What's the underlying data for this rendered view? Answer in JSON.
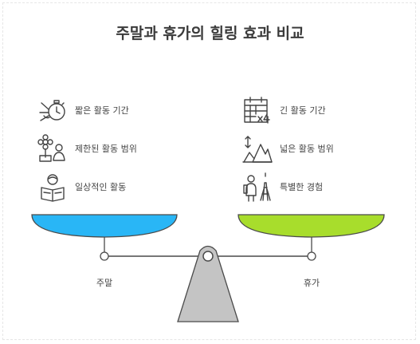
{
  "title": "주말과 휴가의 힐링 효과 비교",
  "left": {
    "name": "주말",
    "items": [
      {
        "label": "짧은 활동 기간",
        "icon": "stopwatch-hand-icon"
      },
      {
        "label": "제한된 활동 범위",
        "icon": "flowers-person-icon"
      },
      {
        "label": "일상적인 활동",
        "icon": "reading-person-icon"
      }
    ],
    "pan_color": "#29b6f6"
  },
  "right": {
    "name": "휴가",
    "items": [
      {
        "label": "긴 활동 기간",
        "icon": "calendar-times-four-icon"
      },
      {
        "label": "넓은 활동 범위",
        "icon": "mountains-arrows-icon"
      },
      {
        "label": "특별한 경험",
        "icon": "traveler-eiffel-icon"
      }
    ],
    "pan_color": "#a8dd2c"
  }
}
